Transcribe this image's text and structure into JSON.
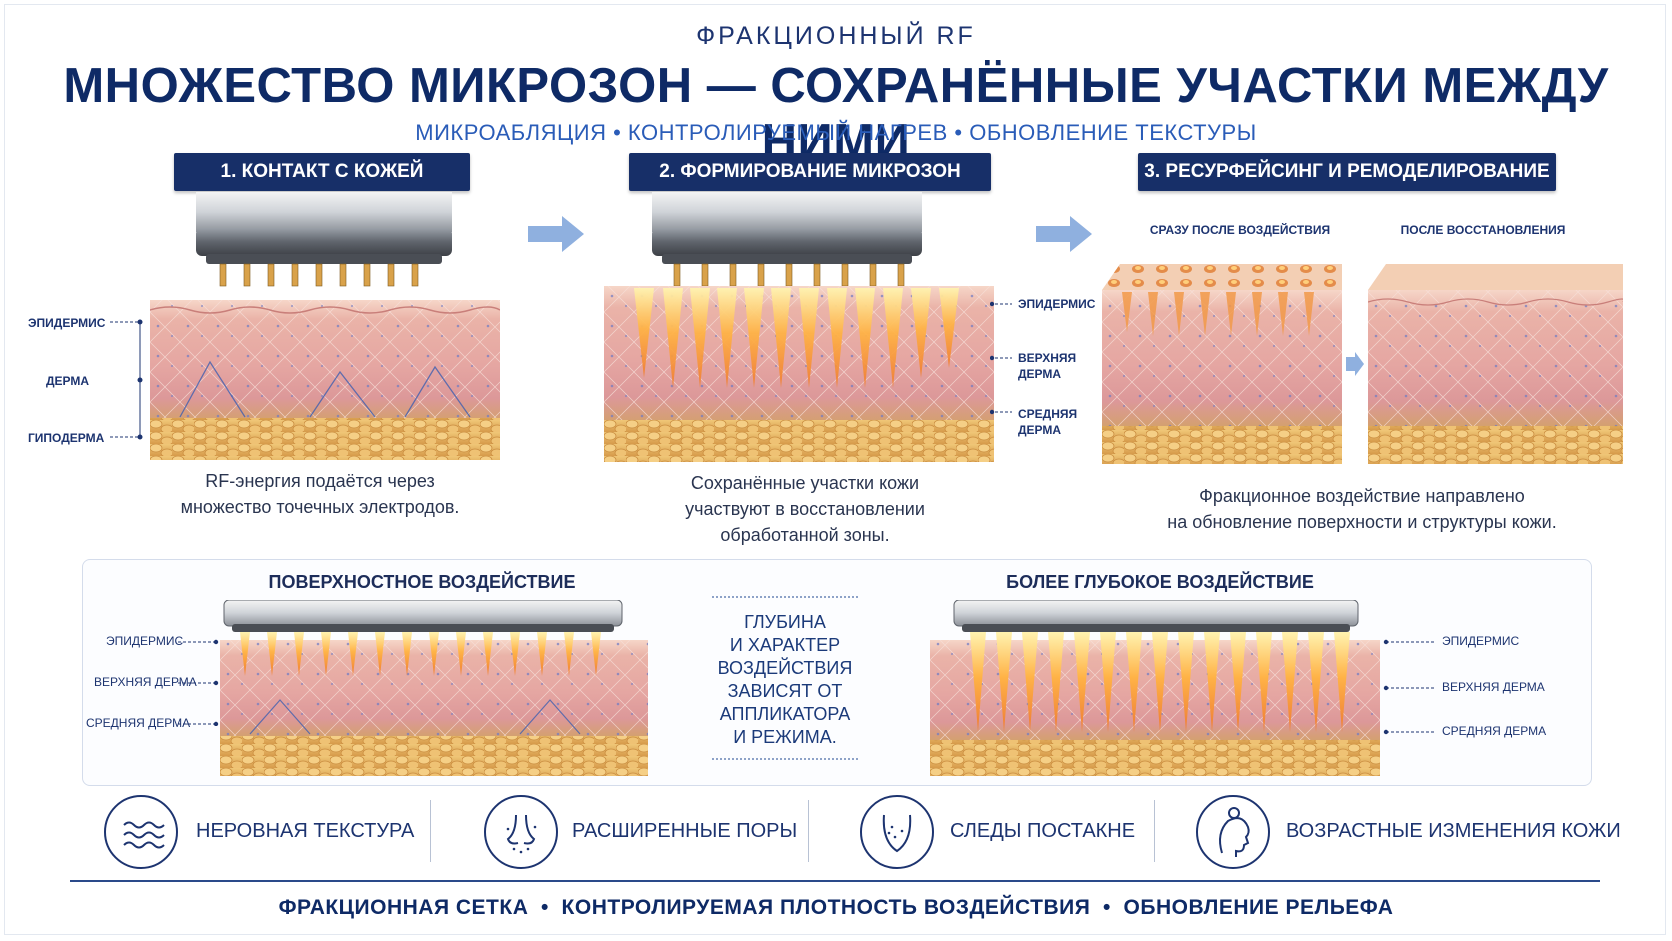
{
  "header": {
    "kicker": "ФРАКЦИОННЫЙ RF",
    "title": "МНОЖЕСТВО МИКРОЗОН — СОХРАНЁННЫЕ УЧАСТКИ МЕЖДУ НИМИ",
    "subtitle": "МИКРОАБЛЯЦИЯ • КОНТРОЛИРУЕМЫЙ НАГРЕВ • ОБНОВЛЕНИЕ ТЕКСТУРЫ"
  },
  "steps": [
    {
      "title": "1. КОНТАКТ С КОЖЕЙ",
      "labels": [
        "ЭПИДЕРМИС",
        "ДЕРМА",
        "ГИПОДЕРМА"
      ],
      "caption_lines": [
        "RF-энергия подаётся через",
        "множество точечных электродов."
      ]
    },
    {
      "title": "2. ФОРМИРОВАНИЕ МИКРОЗОН",
      "labels": [
        "ЭПИДЕРМИС",
        "ВЕРХНЯЯ",
        "ДЕРМА",
        "СРЕДНЯЯ",
        "ДЕРМА"
      ],
      "caption_lines": [
        "Сохранённые участки кожи",
        "участвуют в восстановлении",
        "обработанной зоны."
      ]
    },
    {
      "title": "3. РЕСУРФЕЙСИНГ И РЕМОДЕЛИРОВАНИЕ",
      "sub_left": "СРАЗУ ПОСЛЕ ВОЗДЕЙСТВИЯ",
      "sub_right": "ПОСЛЕ ВОССТАНОВЛЕНИЯ",
      "caption_lines": [
        "Фракционное воздействие направлено",
        "на обновление поверхности и структуры кожи."
      ]
    }
  ],
  "comparison": {
    "left_title": "ПОВЕРХНОСТНОЕ ВОЗДЕЙСТВИЕ",
    "right_title": "БОЛЕЕ ГЛУБОКОЕ ВОЗДЕЙСТВИЕ",
    "layer_labels": [
      "ЭПИДЕРМИС",
      "ВЕРХНЯЯ ДЕРМА",
      "СРЕДНЯЯ ДЕРМА"
    ],
    "center_lines": [
      "ГЛУБИНА",
      "И ХАРАКТЕР",
      "ВОЗДЕЙСТВИЯ",
      "ЗАВИСЯТ ОТ",
      "АППЛИКАТОРА",
      "И РЕЖИМА."
    ]
  },
  "features": [
    {
      "icon": "wave-texture-icon",
      "label": "НЕРОВНАЯ ТЕКСТУРА"
    },
    {
      "icon": "nose-pores-icon",
      "label": "РАСШИРЕННЫЕ ПОРЫ"
    },
    {
      "icon": "face-marks-icon",
      "label": "СЛЕДЫ ПОСТАКНЕ"
    },
    {
      "icon": "aging-head-icon",
      "label": "ВОЗРАСТНЫЕ ИЗМЕНЕНИЯ КОЖИ"
    }
  ],
  "footer": {
    "text": "ФРАКЦИОННАЯ СЕТКА  •  КОНТРОЛИРУЕМАЯ ПЛОТНОСТЬ ВОЗДЕЙСТВИЯ  •  ОБНОВЛЕНИЕ РЕЛЬЕФА"
  },
  "colors": {
    "navy": "#172f68",
    "accent_blue": "#2a5cb8",
    "skin_top": "#f2c8bd",
    "skin_mid": "#e7a9a3",
    "fat": "#e8b868",
    "glow": "#ffb347"
  }
}
